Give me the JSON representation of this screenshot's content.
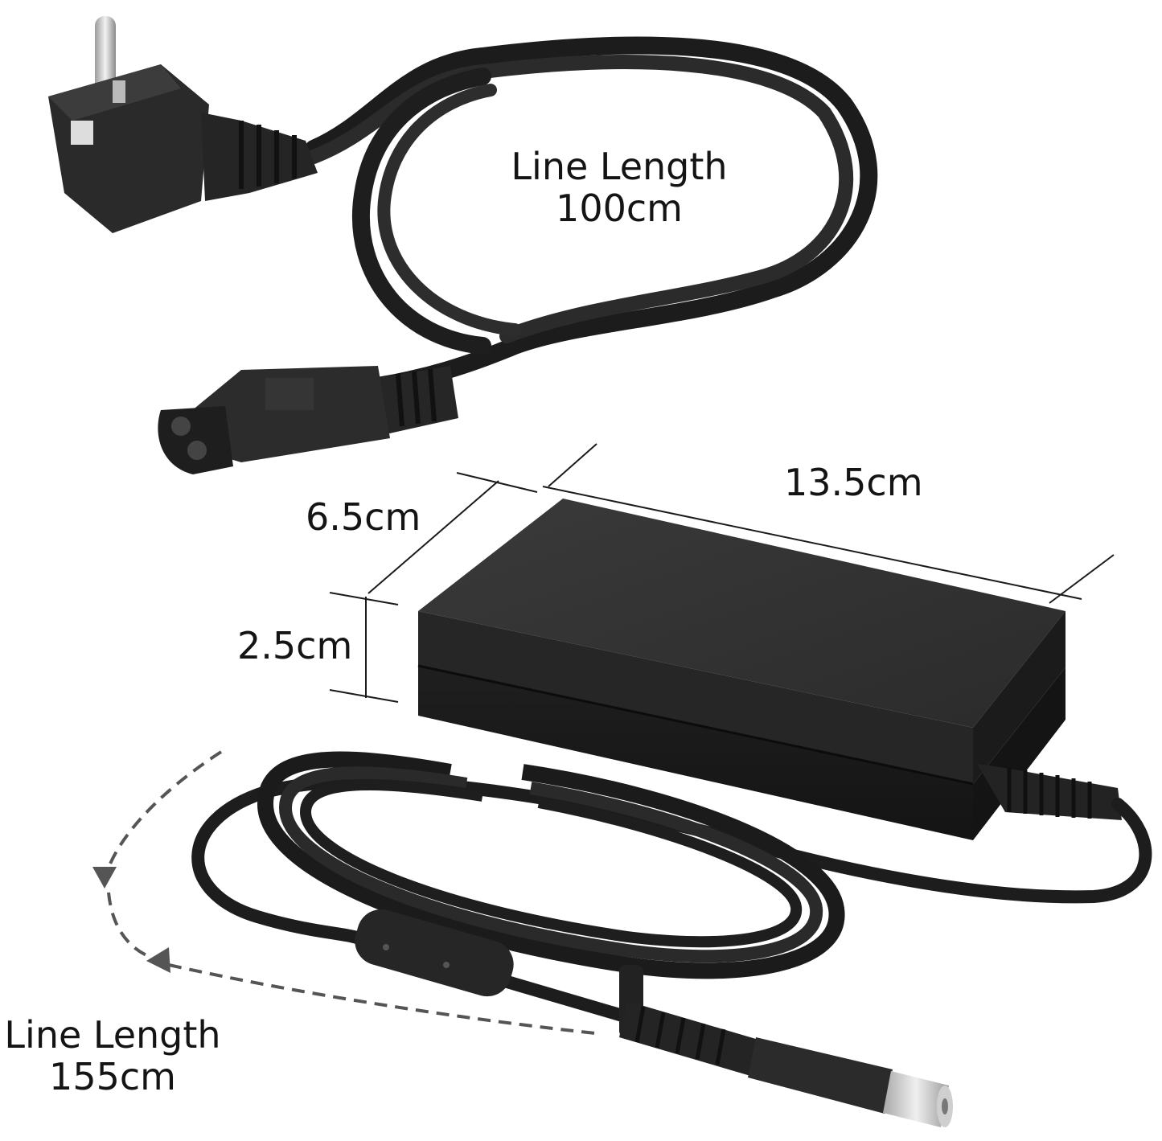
{
  "labels": {
    "ac_cord_line1": "Line Length",
    "ac_cord_line2": "100cm",
    "adapter_width": "13.5cm",
    "adapter_depth": "6.5cm",
    "adapter_height": "2.5cm",
    "dc_cord_line1": "Line Length",
    "dc_cord_line2": "155cm"
  },
  "colors": {
    "cable": "#202020",
    "brick": "#2a2a2a",
    "brick_top": "#333333",
    "dimension_line": "#1a1a1a",
    "arrow": "#555555"
  }
}
